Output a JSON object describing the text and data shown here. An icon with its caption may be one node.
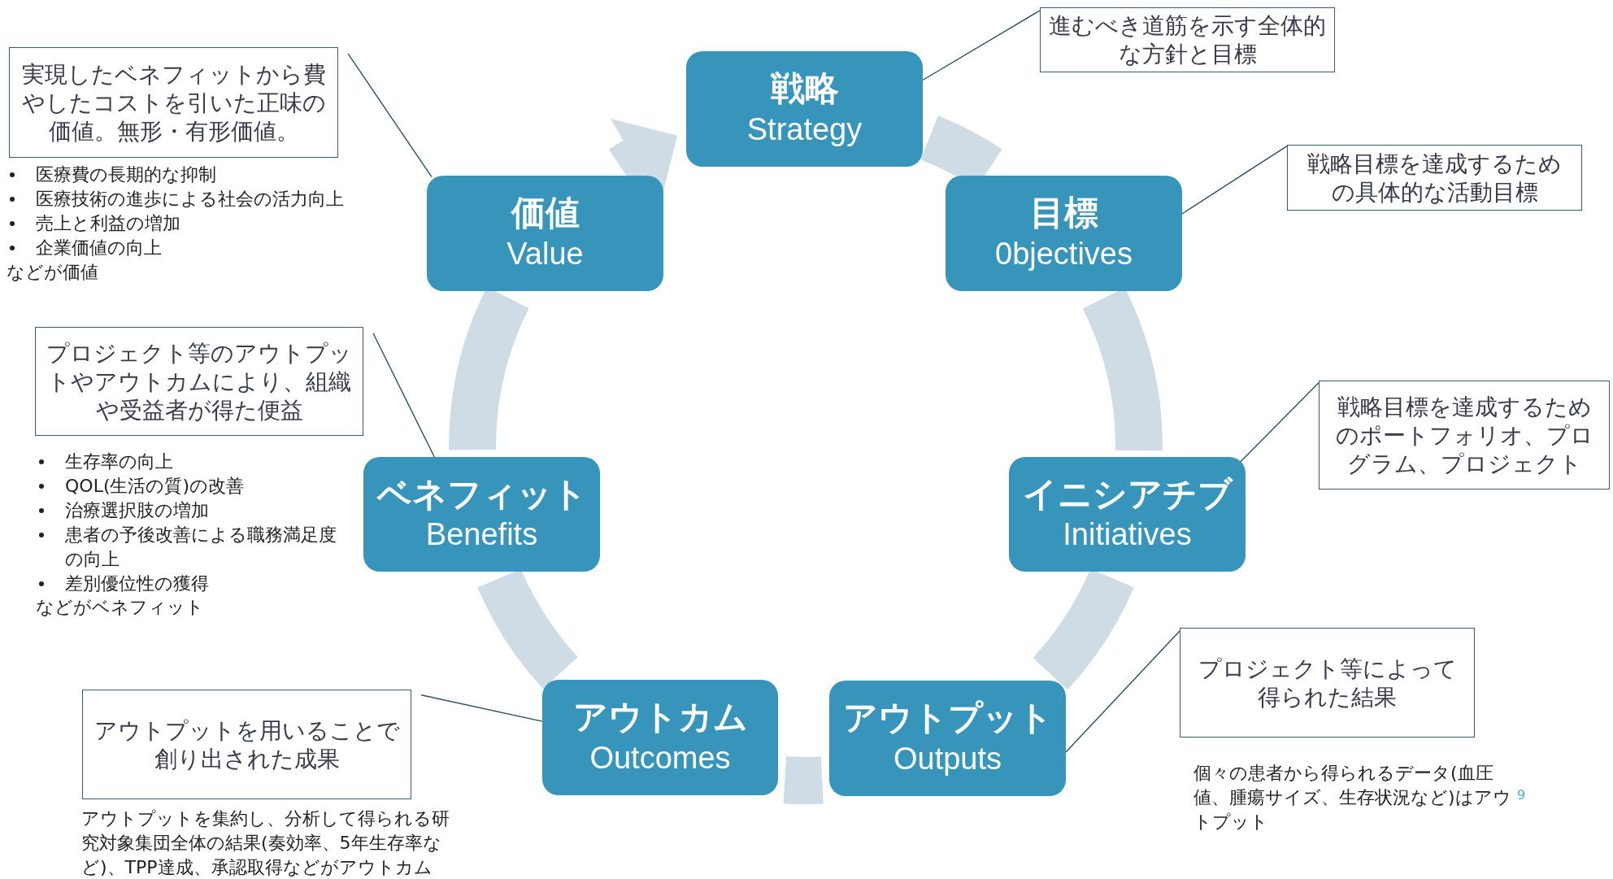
{
  "diagram": {
    "nodes": [
      {
        "text": [
          "戦略",
          "Strategy"
        ]
      },
      {
        "text": [
          "目標",
          "0bjectives"
        ]
      },
      {
        "text": [
          "イニシアチブ",
          "Initiatives"
        ]
      },
      {
        "text": [
          "アウトプット",
          "Outputs"
        ]
      },
      {
        "text": [
          "アウトカム",
          "Outcomes"
        ]
      },
      {
        "text": [
          "ベネフィット",
          "Benefits"
        ]
      },
      {
        "text": [
          "価値",
          "Value"
        ]
      },
      {
        "text": [
          "進むべき道筋を示す全体的な方針と目標"
        ]
      },
      {
        "text": [
          "戦略目標を達成するための具体的な活動目標"
        ]
      },
      {
        "text": [
          "戦略目標を達成するためのポートフォリオ、プログラム、プロジェクト"
        ]
      },
      {
        "text": [
          "プロジェクト等によって得られた結果"
        ],
        "beside": [
          "個々の患者から得られるデータ(血圧値、腫瘍サイズ、生存状況など)はアウトプット"
        ]
      },
      {
        "text": [
          "アウトプットを用いることで創り出された成果"
        ],
        "beside": [
          "アウトプットを集約し、分析して得られる研究対象集団全体の結果(奏効率、5年生存率など)、TPP達成、承認取得などがアウトカム"
        ]
      },
      {
        "text": [
          "プロジェクト等のアウトプットやアウトカムにより、組織や受益者が得た便益"
        ],
        "beside": [
          "生存率の向上",
          "QOL(生活の質)の改善",
          "治療選択肢の増加",
          "患者の予後改善による職務満足度の向上",
          "差別優位性の獲得",
          "などがベネフィット"
        ]
      },
      {
        "text": [
          "実現したベネフィットから費やしたコストを引いた正味の価値。無形・有形価値。"
        ],
        "beside": [
          "医療費の長期的な抑制",
          "医療技術の進歩による社会の活力向上",
          "売上と利益の増加",
          "企業価値の向上",
          "などが価値"
        ]
      }
    ],
    "edges": [
      {
        "from": 0,
        "to": 1,
        "arrow": "none",
        "style": "thick",
        "color": "#cfdce6"
      },
      {
        "from": 1,
        "to": 2,
        "arrow": "none",
        "style": "thick",
        "color": "#cfdce6"
      },
      {
        "from": 2,
        "to": 3,
        "arrow": "none",
        "style": "thick",
        "color": "#cfdce6"
      },
      {
        "from": 3,
        "to": 4,
        "arrow": "none",
        "style": "thick",
        "color": "#cfdce6"
      },
      {
        "from": 4,
        "to": 5,
        "arrow": "none",
        "style": "thick",
        "color": "#cfdce6"
      },
      {
        "from": 5,
        "to": 6,
        "arrow": "none",
        "style": "thick",
        "color": "#cfdce6"
      },
      {
        "from": 6,
        "to": 0,
        "arrow": "to",
        "style": "thick",
        "color": "#cfdce6"
      },
      {
        "from": 7,
        "to": 0,
        "arrow": "none",
        "color": "#2e4e5e"
      },
      {
        "from": 8,
        "to": 1,
        "arrow": "none",
        "color": "#2e4e5e"
      },
      {
        "from": 9,
        "to": 2,
        "arrow": "none",
        "color": "#2e4e5e"
      },
      {
        "from": 10,
        "to": 3,
        "arrow": "none",
        "color": "#2e4e5e"
      },
      {
        "from": 11,
        "to": 4,
        "arrow": "none",
        "color": "#2e4e5e"
      },
      {
        "from": 12,
        "to": 5,
        "arrow": "none",
        "color": "#2e4e5e"
      },
      {
        "from": 13,
        "to": 6,
        "arrow": "none",
        "color": "#2e4e5e"
      }
    ],
    "labels": [
      "9"
    ]
  }
}
